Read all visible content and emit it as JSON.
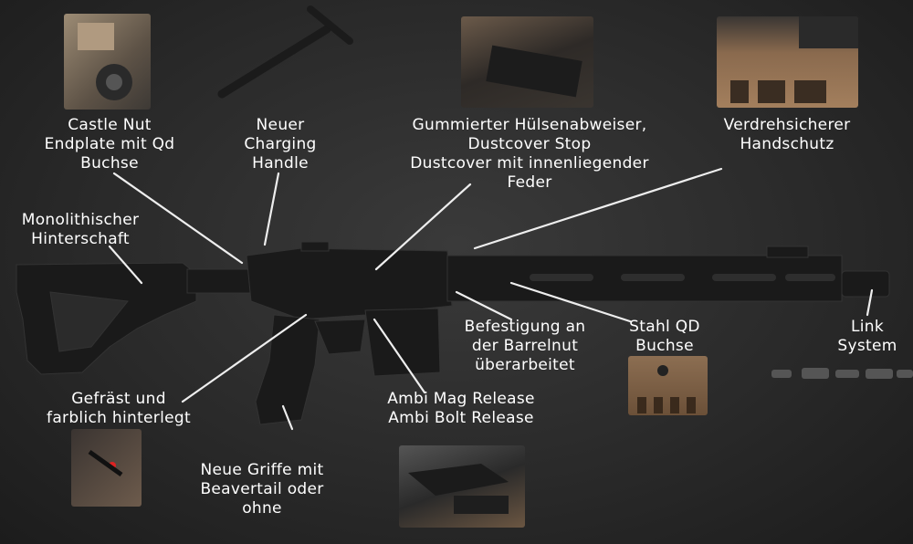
{
  "labels": {
    "castle_nut": [
      "Castle Nut",
      "Endplate mit Qd",
      "Buchse"
    ],
    "charging_handle": [
      "Neuer",
      "Charging",
      "Handle"
    ],
    "dustcover": [
      "Gummierter Hülsenabweiser,",
      "Dustcover Stop",
      "Dustcover mit innenliegender",
      "Feder"
    ],
    "handguard": [
      "Verdrehsicherer",
      "Handschutz"
    ],
    "stock": [
      "Monolithischer",
      "Hinterschaft"
    ],
    "barrelnut": [
      "Befestigung an",
      "der Barrelnut",
      "überarbeitet"
    ],
    "qd": [
      "Stahl QD",
      "Buchse"
    ],
    "link": [
      "Link",
      "System"
    ],
    "milled": [
      "Gefräst und",
      "farblich hinterlegt"
    ],
    "ambi": [
      "Ambi Mag Release",
      "Ambi Bolt Release"
    ],
    "grips": [
      "Neue Griffe mit",
      "Beavertail oder",
      "ohne"
    ]
  },
  "colors": {
    "background": "#2a2a2a",
    "text": "#ffffff",
    "rifle": "#1a1a1a",
    "bronze": "#8a6a4e"
  }
}
